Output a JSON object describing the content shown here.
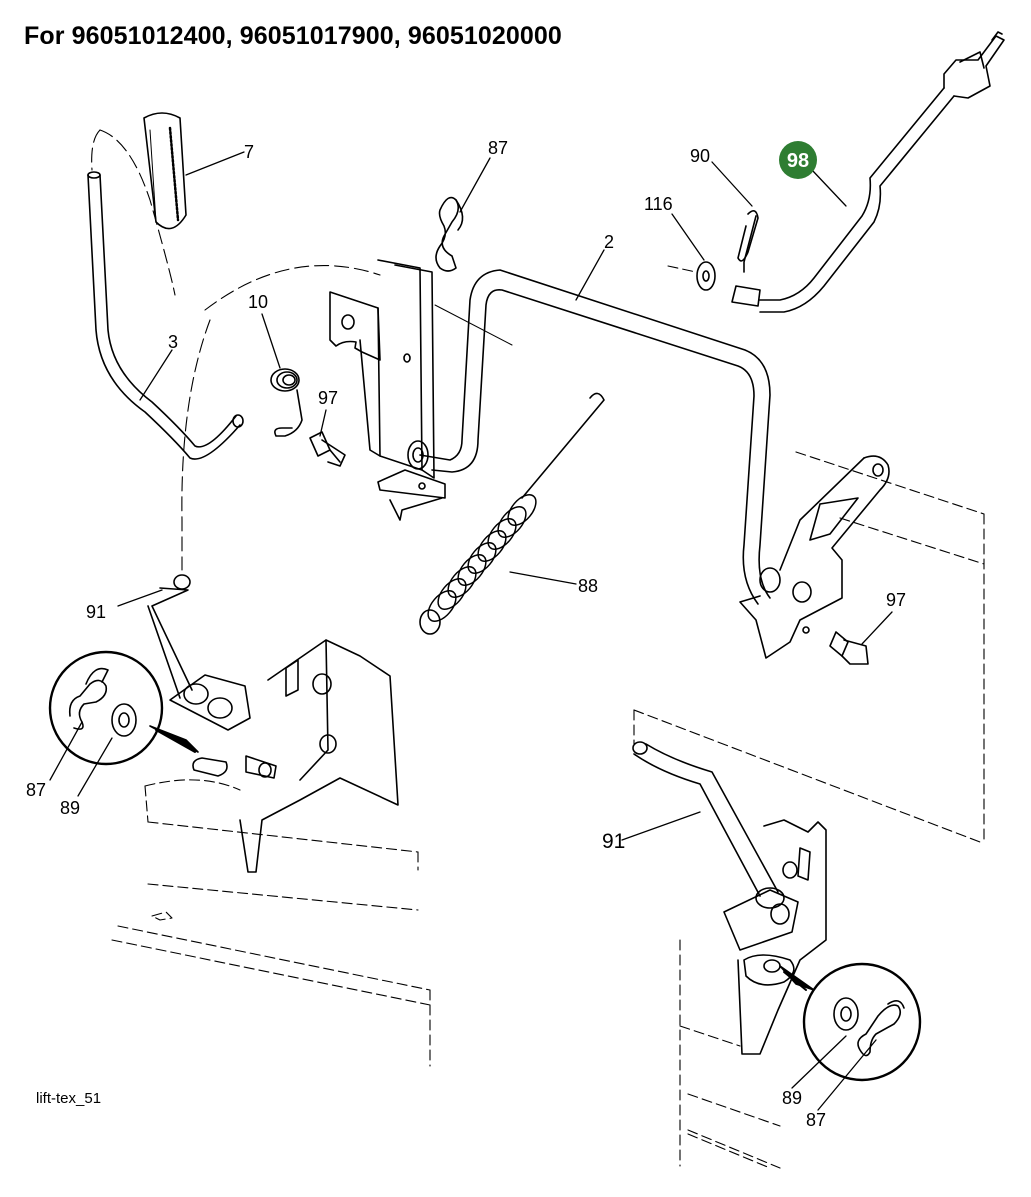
{
  "page": {
    "title": "For 96051012400, 96051017900, 96051020000",
    "footer": "lift-tex_51"
  },
  "colors": {
    "line": "#000000",
    "highlight": "#2e7d32",
    "highlight_text": "#ffffff"
  },
  "callouts": {
    "c7": "7",
    "c87_top": "87",
    "c90": "90",
    "c98": "98",
    "c116": "116",
    "c2": "2",
    "c10": "10",
    "c3": "3",
    "c97_left": "97",
    "c88": "88",
    "c91_left": "91",
    "c97_right": "97",
    "c87_left": "87",
    "c89_left": "89",
    "c91_right": "91",
    "c89_right": "89",
    "c87_right": "87"
  }
}
